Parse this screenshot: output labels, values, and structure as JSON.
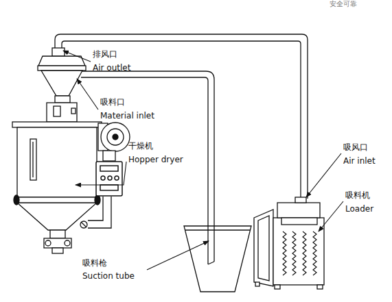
{
  "diagram": {
    "labels": [
      "安全可靠",
      "排风口",
      "Air outlet",
      "吸料口",
      "Material inlet",
      "干燥机",
      "Hopper dryer",
      "吸风口",
      "Air inlet",
      "吸料机",
      "Loader",
      "吸料枪",
      "Suction tube"
    ]
  }
}
